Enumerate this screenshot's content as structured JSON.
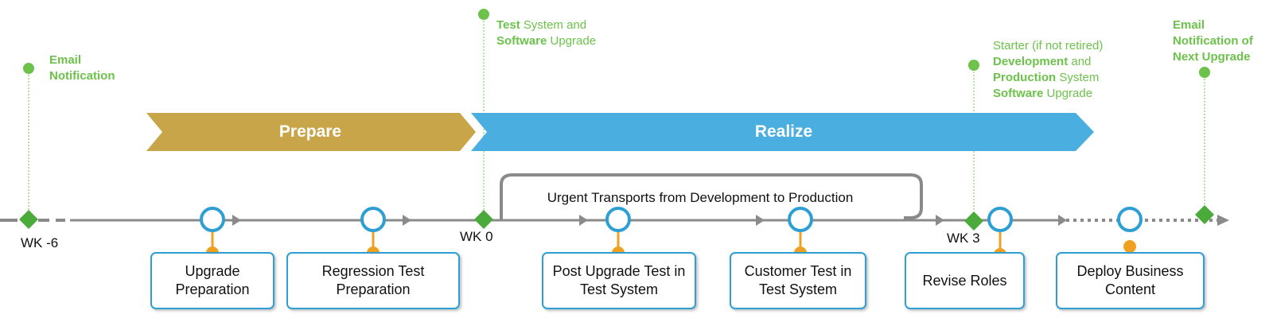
{
  "milestones": [
    {
      "id": "wk-6",
      "label": "WK -6",
      "note": [
        {
          "t": "Email",
          "b": true
        },
        {
          "t": "Notification",
          "b": true
        }
      ]
    },
    {
      "id": "wk0",
      "label": "WK 0",
      "note": [
        {
          "t": "Test",
          "b": true
        },
        {
          "t": " System and",
          "b": false
        },
        {
          "br": true
        },
        {
          "t": "Software",
          "b": true
        },
        {
          "t": " Upgrade",
          "b": false
        }
      ]
    },
    {
      "id": "wk3",
      "label": "WK 3",
      "note": [
        {
          "t": "Starter (if not retired)",
          "b": false
        },
        {
          "br": true
        },
        {
          "t": "Development",
          "b": true
        },
        {
          "t": " and",
          "b": false
        },
        {
          "br": true
        },
        {
          "t": "Production",
          "b": true
        },
        {
          "t": " System",
          "b": false
        },
        {
          "br": true
        },
        {
          "t": "Software",
          "b": true
        },
        {
          "t": " Upgrade",
          "b": false
        }
      ]
    },
    {
      "id": "end",
      "label": "",
      "note": [
        {
          "t": "Email",
          "b": true
        },
        {
          "br": true
        },
        {
          "t": "Notification of",
          "b": true
        },
        {
          "br": true
        },
        {
          "t": "Next Upgrade",
          "b": true
        }
      ]
    }
  ],
  "phases": {
    "prepare": {
      "label": "Prepare",
      "color": "#c9a54a"
    },
    "realize": {
      "label": "Realize",
      "color": "#4aaee0"
    }
  },
  "urgent_transports": "Urgent Transports from Development to Production",
  "tasks": [
    "Upgrade Preparation",
    "Regression Test Preparation",
    "Post Upgrade Test in Test System",
    "Customer Test in Test System",
    "Revise Roles",
    "Deploy Business Content"
  ],
  "colors": {
    "accent_green": "#6cc24a",
    "marker_orange": "#f0a020",
    "circle_blue": "#2e9fd4",
    "timeline_gray": "#8a8a8a"
  }
}
